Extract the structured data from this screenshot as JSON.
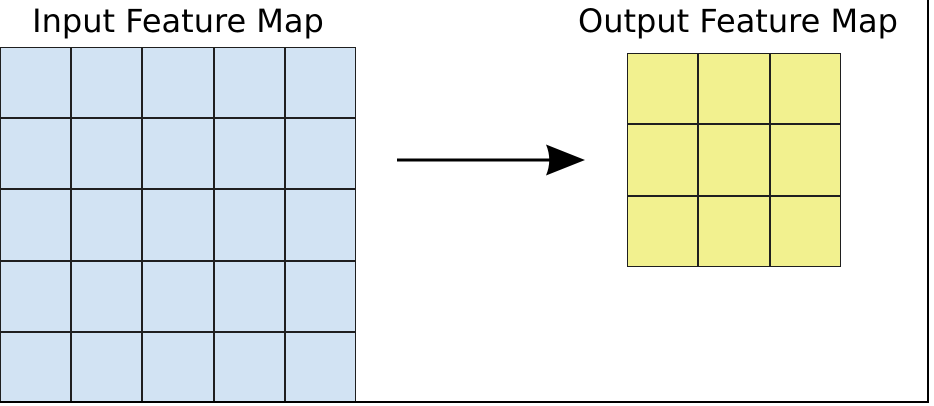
{
  "figure": {
    "background": "#ffffff",
    "border_color": "#000000"
  },
  "input_map": {
    "title": "Input Feature Map",
    "rows": 5,
    "cols": 5,
    "cell_color": "#d2e3f3",
    "grid_line_color": "#1f1f1f"
  },
  "output_map": {
    "title": "Output Feature Map",
    "rows": 3,
    "cols": 3,
    "cell_color": "#f2f18f",
    "grid_line_color": "#1f1f1f"
  },
  "arrow": {
    "color": "#000000",
    "direction": "right"
  }
}
